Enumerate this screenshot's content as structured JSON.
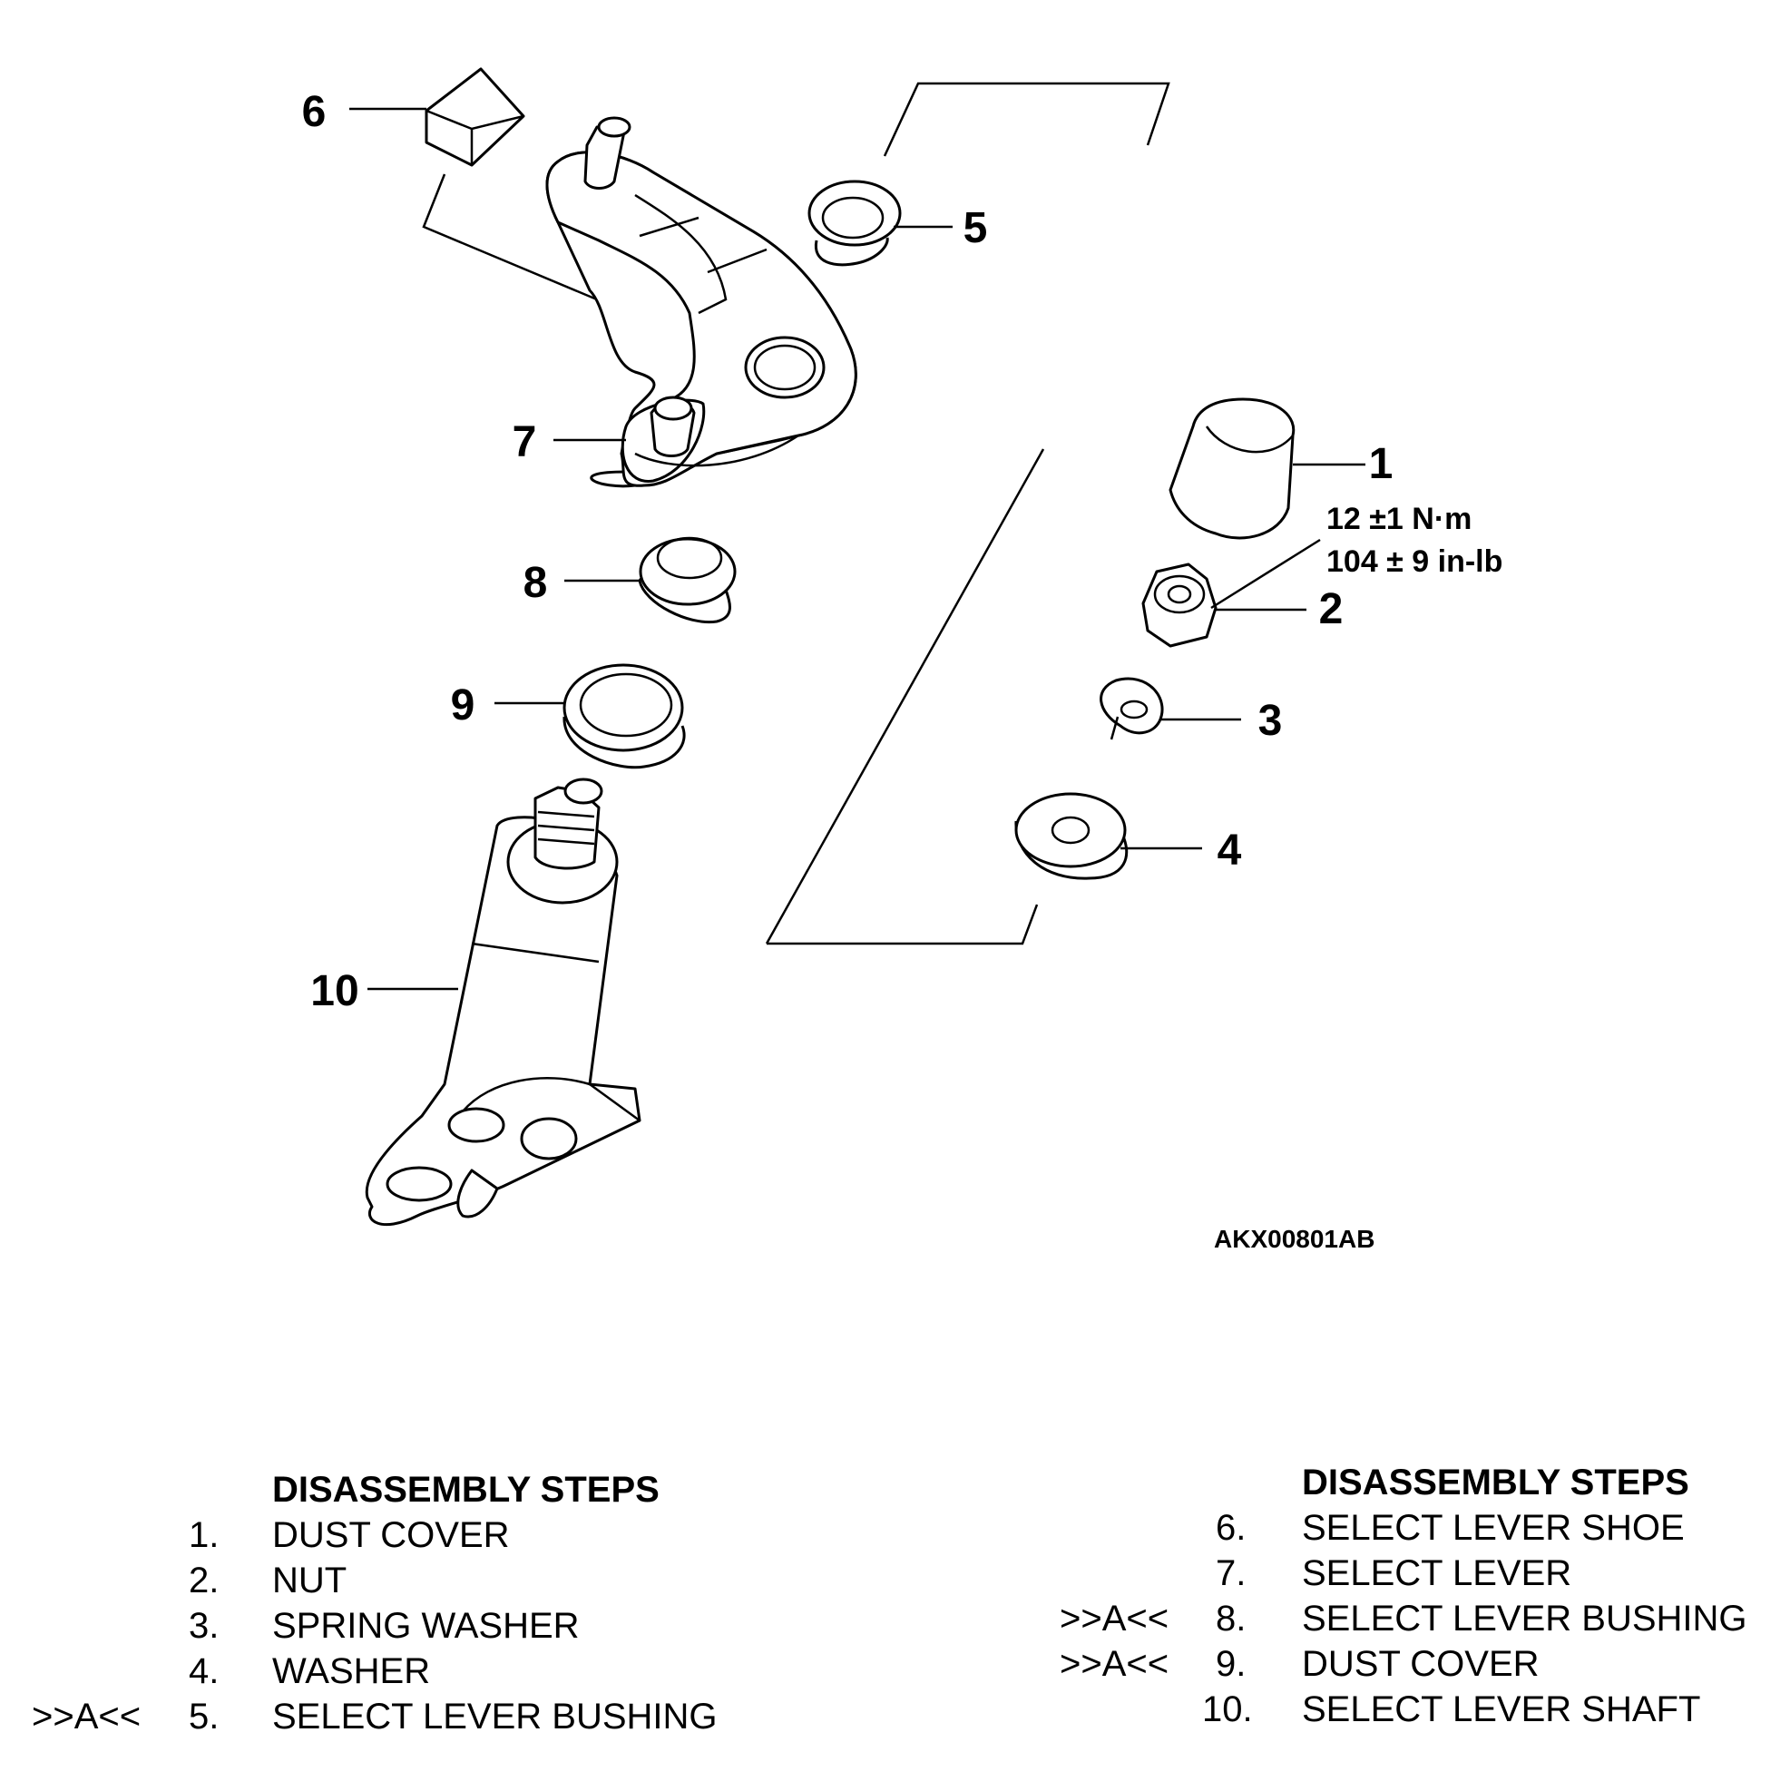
{
  "figure_code": "AKX00801AB",
  "torque_spec": {
    "metric": "12 ±1 N·m",
    "imperial": "104 ± 9 in-lb"
  },
  "callouts": [
    "1",
    "2",
    "3",
    "4",
    "5",
    "6",
    "7",
    "8",
    "9",
    "10"
  ],
  "steps_left": {
    "heading": "DISASSEMBLY STEPS",
    "items": [
      {
        "mark": "",
        "num": "1.",
        "name": "DUST COVER"
      },
      {
        "mark": "",
        "num": "2.",
        "name": "NUT"
      },
      {
        "mark": "",
        "num": "3.",
        "name": "SPRING WASHER"
      },
      {
        "mark": "",
        "num": "4.",
        "name": "WASHER"
      },
      {
        "mark": ">>A<<",
        "num": "5.",
        "name": "SELECT LEVER BUSHING"
      }
    ]
  },
  "steps_right": {
    "heading": "DISASSEMBLY STEPS",
    "items": [
      {
        "mark": "",
        "num": "6.",
        "name": "SELECT LEVER SHOE"
      },
      {
        "mark": "",
        "num": "7.",
        "name": "SELECT LEVER"
      },
      {
        "mark": ">>A<<",
        "num": "8.",
        "name": "SELECT LEVER BUSHING"
      },
      {
        "mark": ">>A<<",
        "num": "9.",
        "name": "DUST COVER"
      },
      {
        "mark": "",
        "num": "10.",
        "name": "SELECT LEVER SHAFT"
      }
    ]
  }
}
